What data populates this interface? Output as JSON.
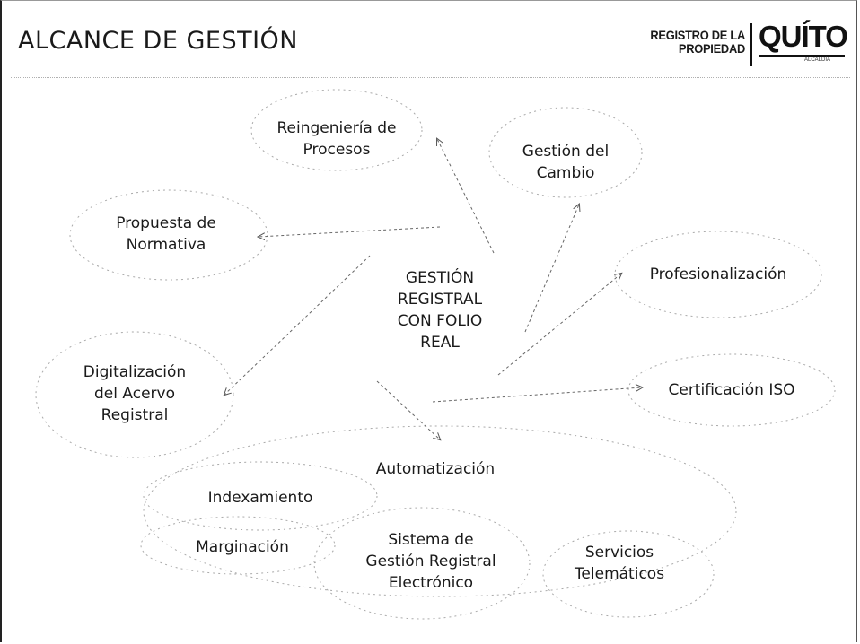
{
  "header": {
    "title": "ALCANCE DE GESTIÓN",
    "logo_line1": "REGISTRO DE LA",
    "logo_line2": "PROPIEDAD",
    "logo_brand": "QUÍTO",
    "logo_sub": "ALCALDÍA"
  },
  "diagram": {
    "center": "GESTIÓN\nREGISTRAL\nCON FOLIO\nREAL",
    "nodes": {
      "reingenieria": "Reingeniería de\nProcesos",
      "gestion_cambio": "Gestión del\nCambio",
      "propuesta": "Propuesta de\nNormativa",
      "profesionalizacion": "Profesionalización",
      "digitalizacion": "Digitalización\ndel Acervo\nRegistral",
      "certificacion": "Certificación ISO",
      "automatizacion": "Automatización",
      "indexamiento": "Indexamiento",
      "marginacion": "Marginación",
      "sistema": "Sistema de\nGestión Registral\nElectrónico",
      "servicios": "Servicios\nTelemáticos"
    }
  }
}
